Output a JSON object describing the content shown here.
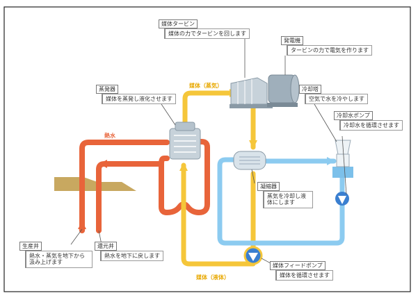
{
  "colors": {
    "hot_water": "#E8643A",
    "working_fluid": "#F5C63A",
    "cooling_water": "#8CCBF0",
    "pump_blue": "#3A7FD0",
    "ground": "#C8A860",
    "machine": "#B5C2CC"
  },
  "flow_labels": {
    "hot_water": "熱水",
    "vapor": "媒体（蒸気）",
    "liquid": "媒体（液体）"
  },
  "components": {
    "turbine": {
      "title": "媒体タービン",
      "desc": "媒体の力でタービンを回します"
    },
    "generator": {
      "title": "発電機",
      "desc": "タービンの力で電気を作ります"
    },
    "evaporator": {
      "title": "蒸発器",
      "desc": "媒体を蒸発し液化させます"
    },
    "cooling_tower": {
      "title": "冷却塔",
      "desc": "空気で水を冷やします"
    },
    "cooling_pump": {
      "title": "冷却水ポンプ",
      "desc": "冷却水を循環させます"
    },
    "condenser": {
      "title": "凝縮器",
      "desc": "蒸気を冷却し液体にします"
    },
    "production_well": {
      "title": "生産井",
      "desc": "熱水・蒸気を地下から汲み上げます"
    },
    "reinjection_well": {
      "title": "還元井",
      "desc": "熱水を地下に戻します"
    },
    "feed_pump": {
      "title": "媒体フィードポンプ",
      "desc": "媒体を循環させます"
    }
  }
}
